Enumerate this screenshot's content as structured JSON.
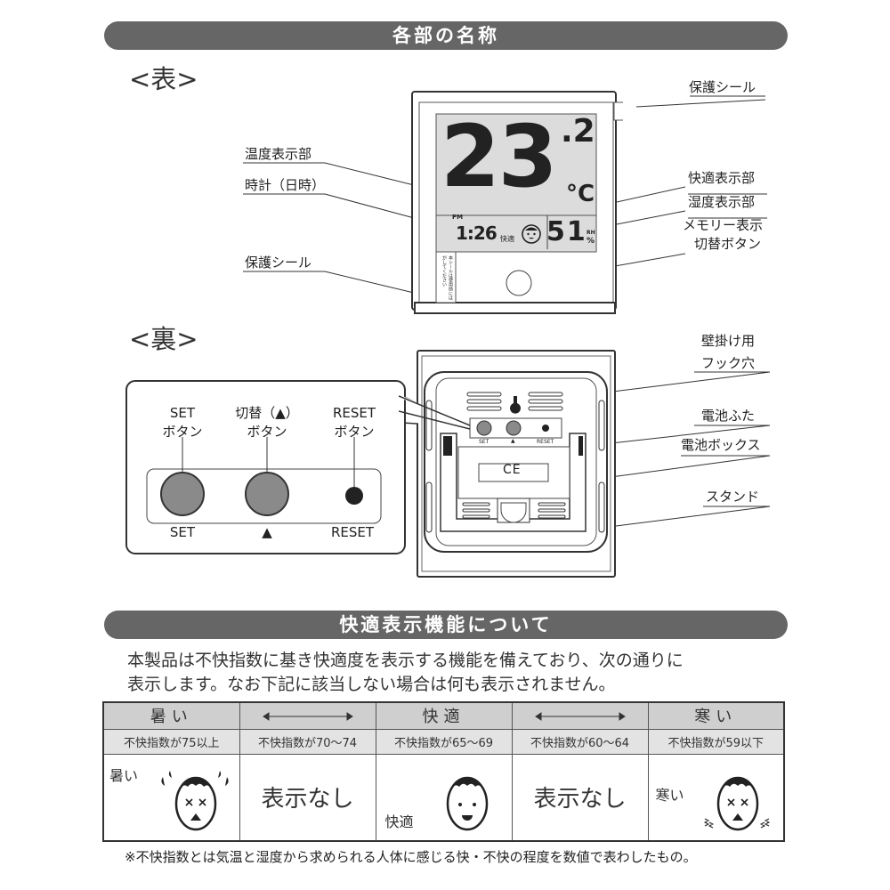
{
  "section1": {
    "title": "各部の名称",
    "front_heading": "<表>",
    "back_heading": "<裏>"
  },
  "front": {
    "lcd": {
      "temperature": "23",
      "temperature_decimal": ".2",
      "temp_unit": "°C",
      "time_period": "PM",
      "time": "1:26",
      "comfort_text": "快適",
      "humidity": "51",
      "humidity_unit_rh": "RH",
      "humidity_unit_pct": "%"
    },
    "seal_text": "本シールは使用前にはがしてください",
    "labels": {
      "protective_seal_top": "保護シール",
      "temp_display": "温度表示部",
      "clock": "時計（日時）",
      "comfort_display": "快適表示部",
      "humidity_display": "湿度表示部",
      "memory_button_1": "メモリー表示",
      "memory_button_2": "切替ボタン",
      "protective_seal_bottom": "保護シール"
    }
  },
  "back": {
    "small_labels": [
      "SET",
      "▲",
      "RESET"
    ],
    "labels": {
      "hook_1": "壁掛け用",
      "hook_2": "フック穴",
      "battery_cover": "電池ふた",
      "battery_box": "電池ボックス",
      "stand": "スタンド"
    },
    "callout": {
      "set_1": "SET",
      "set_2": "ボタン",
      "switch_1": "切替（▲）",
      "switch_2": "ボタン",
      "reset_1": "RESET",
      "reset_2": "ボタン",
      "bottom_set": "SET",
      "bottom_switch": "▲",
      "bottom_reset": "RESET"
    },
    "ce_mark": "CE"
  },
  "section2": {
    "title": "快適表示機能について",
    "paragraph": [
      "本製品は不快指数に基き快適度を表示する機能を備えており、次の通りに",
      "表示します。なお下記に該当しない場合は何も表示されません。"
    ]
  },
  "table": {
    "headers": [
      "暑い",
      "↔",
      "快適",
      "↔",
      "寒い"
    ],
    "ranges": [
      "不快指数が75以上",
      "不快指数が70〜74",
      "不快指数が65〜69",
      "不快指数が60〜64",
      "不快指数が59以下"
    ],
    "cells": [
      "暑い",
      "表示なし",
      "快適",
      "表示なし",
      "寒い"
    ]
  },
  "footnote": "※不快指数とは気温と湿度から求められる人体に感じる快・不快の程度を数値で表わしたもの。",
  "colors": {
    "header_bar": "#666666",
    "lcd_bg": "#dcdcdc",
    "button_gray": "#8a8a8a",
    "table_header": "#cfcfcf"
  }
}
